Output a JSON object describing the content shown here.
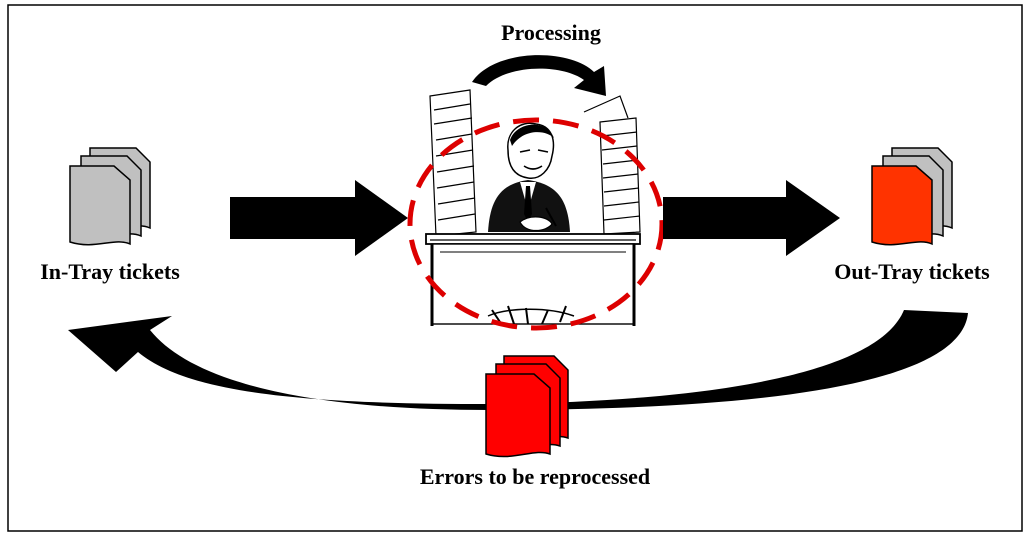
{
  "labels": {
    "processing": "Processing",
    "in_tray": "In-Tray tickets",
    "out_tray": "Out-Tray tickets",
    "errors": "Errors to be reprocessed"
  },
  "colors": {
    "in_tray_ticket": "#c0c0c0",
    "out_tray_front": "#ff3300",
    "out_tray_back": "#c0c0c0",
    "error_ticket": "#ff0000",
    "focus_circle": "#dd0000",
    "arrow": "#000000",
    "frame": "#000000"
  },
  "icons": {
    "in_tray": "ticket-stack-icon",
    "out_tray": "ticket-stack-icon",
    "errors": "ticket-stack-icon",
    "worker": "clerk-at-desk-icon",
    "focus": "dashed-circle-icon"
  }
}
